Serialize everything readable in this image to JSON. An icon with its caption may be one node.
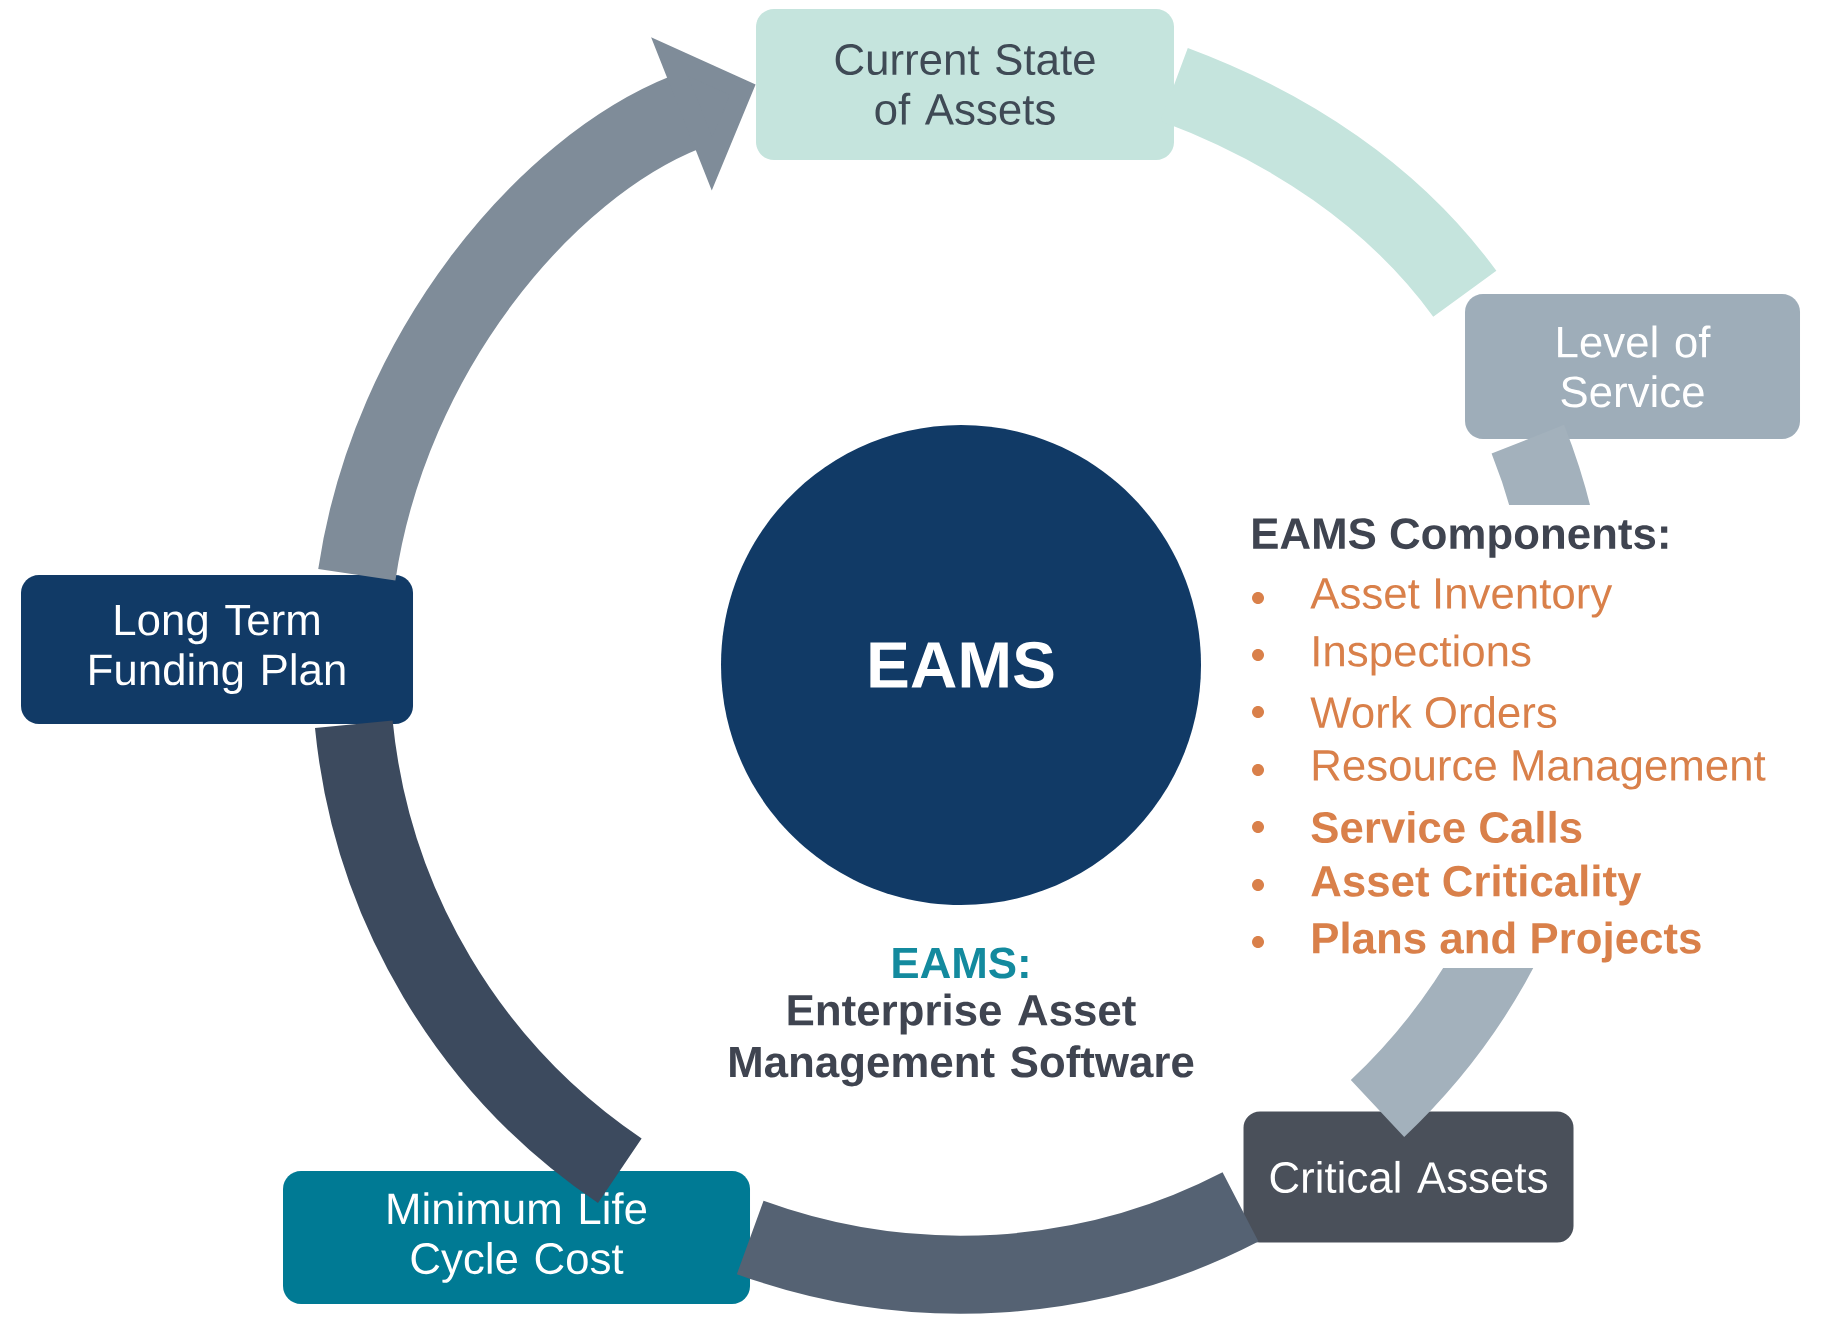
{
  "diagram": {
    "nodes": [
      {
        "text": [
          "Current State of Assets"
        ]
      },
      {
        "text": [
          "Level of Service"
        ]
      },
      {
        "text": [
          "Critical Assets"
        ]
      },
      {
        "text": [
          "Minimum Life Cycle Cost"
        ]
      },
      {
        "text": [
          "Long Term Funding Plan"
        ]
      },
      {
        "text": [
          "EAMS"
        ]
      }
    ],
    "edges": [
      {
        "from": 0,
        "to": 1,
        "arrow": "none",
        "color": "#c5e4dd"
      },
      {
        "from": 1,
        "to": 2,
        "arrow": "none",
        "color": "#a3b1bc"
      },
      {
        "from": 2,
        "to": 3,
        "arrow": "none",
        "color": "#556273"
      },
      {
        "from": 3,
        "to": 4,
        "arrow": "none",
        "color": "#3c4a5e"
      },
      {
        "from": 4,
        "to": 0,
        "arrow": "to",
        "color": "#7f8c99"
      }
    ],
    "labels": [
      "EAMS Components:",
      "Asset Inventory",
      "Inspections",
      "Work Orders",
      "Resource Management",
      "Service Calls",
      "Asset Criticality",
      "Plans and Projects",
      "EAMS:",
      "Enterprise Asset Management Software"
    ]
  }
}
